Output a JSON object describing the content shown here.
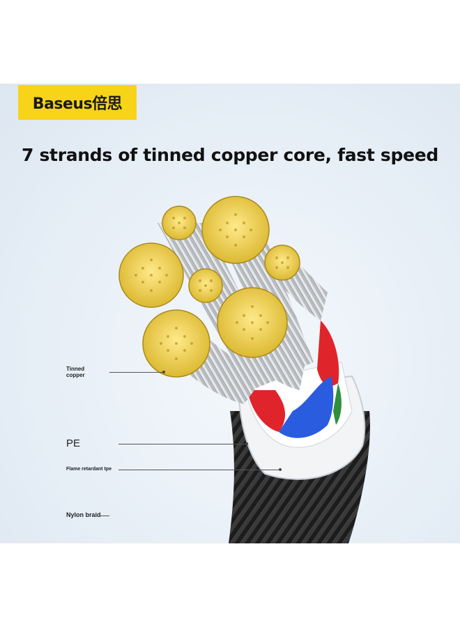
{
  "brand": {
    "logo_text": "Baseus倍思",
    "logo_color": "#f7d417"
  },
  "headline": "7 strands of tinned copper core, fast speed",
  "callouts": {
    "tinned_copper": "Tinned copper",
    "pe": "PE",
    "flame": "Flame retardant tpe",
    "nylon": "Nylon braid"
  },
  "colors": {
    "copper": "#f0d64a",
    "insulation_red": "#e0242b",
    "insulation_blue": "#2a5ce0",
    "braid": "#1c1c1c"
  }
}
